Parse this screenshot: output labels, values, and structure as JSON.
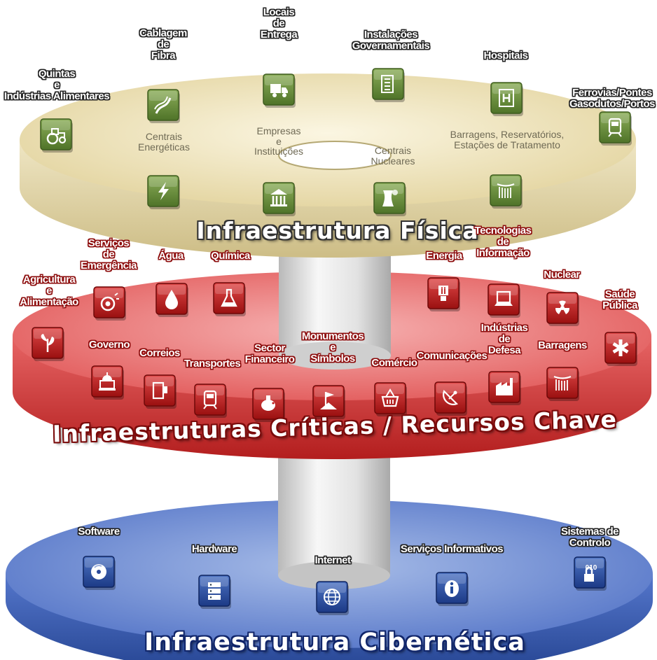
{
  "physical_layer": {
    "title": "Infraestrutura Física",
    "color": "#e9dcab",
    "items": [
      {
        "name": "quintas",
        "label": "Quintas\ne\nIndústrias Alimentares",
        "icon": "tractor-icon"
      },
      {
        "name": "cablagem",
        "label": "Cablagem\nde\nFibra",
        "icon": "fiber-cable-icon"
      },
      {
        "name": "locais-entrega",
        "label": "Locais\nde\nEntrega",
        "icon": "delivery-truck-icon"
      },
      {
        "name": "instalacoes",
        "label": "Instalações\nGovernamentais",
        "icon": "government-building-icon"
      },
      {
        "name": "hospitais",
        "label": "Hospitais",
        "icon": "hospital-icon"
      },
      {
        "name": "ferrovias",
        "label": "Ferrovias/Pontes\nGasodutos/Portos",
        "icon": "train-icon"
      },
      {
        "name": "centrais-energeticas",
        "label": "Centrais\nEnergéticas",
        "icon": "lightning-icon"
      },
      {
        "name": "empresas",
        "label": "Empresas\ne\nInstituições",
        "icon": "bank-icon"
      },
      {
        "name": "centrais-nucleares",
        "label": "Centrais\nNucleares",
        "icon": "cooling-tower-icon"
      },
      {
        "name": "barragens-reservatorios",
        "label": "Barragens, Reservatórios,\nEstações de Tratamento",
        "icon": "dam-icon"
      }
    ]
  },
  "critical_layer": {
    "title": "Infraestruturas Críticas / Recursos Chave",
    "color": "#e05050",
    "items": [
      {
        "name": "agricultura",
        "label": "Agricultura\ne\nAlimentação",
        "icon": "plant-icon"
      },
      {
        "name": "servicos-emergencia",
        "label": "Serviços\nde\nEmergência",
        "icon": "siren-icon"
      },
      {
        "name": "agua",
        "label": "Água",
        "icon": "water-drop-icon"
      },
      {
        "name": "quimica",
        "label": "Química",
        "icon": "flask-icon"
      },
      {
        "name": "energia",
        "label": "Energia",
        "icon": "light-bulb-icon"
      },
      {
        "name": "tecnologias",
        "label": "Tecnologias\nde\nInformação",
        "icon": "laptop-icon"
      },
      {
        "name": "nuclear",
        "label": "Nuclear",
        "icon": "radiation-icon"
      },
      {
        "name": "saude",
        "label": "Saúde\nPública",
        "icon": "medical-star-icon"
      },
      {
        "name": "governo",
        "label": "Governo",
        "icon": "capitol-icon"
      },
      {
        "name": "correios",
        "label": "Correios",
        "icon": "mailbox-icon"
      },
      {
        "name": "transportes",
        "label": "Transportes",
        "icon": "train-icon"
      },
      {
        "name": "sector-financeiro",
        "label": "Sector\nFinanceiro",
        "icon": "piggy-bank-icon"
      },
      {
        "name": "monumentos",
        "label": "Monumentos\ne\nSímbolos",
        "icon": "monument-flag-icon"
      },
      {
        "name": "comercio",
        "label": "Comércio",
        "icon": "shopping-basket-icon"
      },
      {
        "name": "comunicacoes",
        "label": "Comunicações",
        "icon": "satellite-dish-icon"
      },
      {
        "name": "industrias-defesa",
        "label": "Indústrias\nde\nDefesa",
        "icon": "factory-icon"
      },
      {
        "name": "barragens",
        "label": "Barragens",
        "icon": "dam-icon"
      }
    ]
  },
  "cyber_layer": {
    "title": "Infraestrutura Cibernética",
    "color": "#4d6fc4",
    "items": [
      {
        "name": "software",
        "label": "Software",
        "icon": "cd-icon"
      },
      {
        "name": "hardware",
        "label": "Hardware",
        "icon": "server-icon"
      },
      {
        "name": "internet",
        "label": "Internet",
        "icon": "globe-icon"
      },
      {
        "name": "servicos-informativos",
        "label": "Serviços Informativos",
        "icon": "info-icon"
      },
      {
        "name": "sistemas-controlo",
        "label": "Sistemas de Controlo",
        "icon": "lock-binary-icon",
        "icon_text": "010"
      }
    ]
  }
}
